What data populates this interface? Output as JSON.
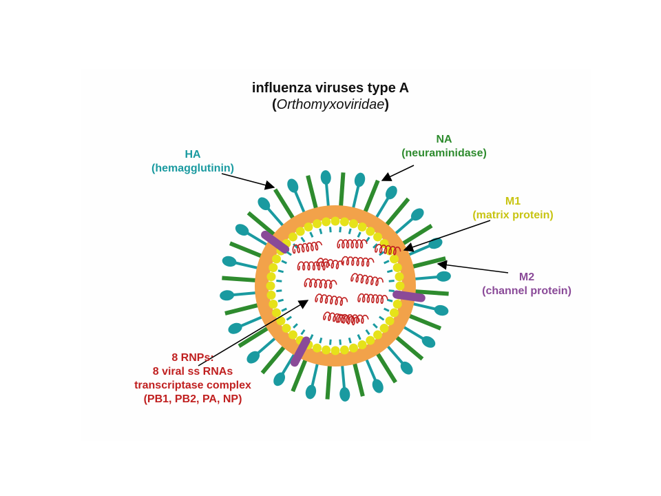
{
  "title": {
    "main": "influenza viruses type A",
    "paren_open": "(",
    "family": "Orthomyxoviridae",
    "paren_close": ")"
  },
  "labels": {
    "ha": {
      "abbr": "HA",
      "full": "(hemagglutinin)",
      "color": "#1a9aa0"
    },
    "na": {
      "abbr": "NA",
      "full": "(neuraminidase)",
      "color": "#2e8b2e"
    },
    "m1": {
      "abbr": "M1",
      "full": "(matrix protein)",
      "color": "#c8c412"
    },
    "m2": {
      "abbr": "M2",
      "full": "(channel protein)",
      "color": "#8a4a98"
    },
    "rnp": {
      "lines": [
        "8 RNPs:",
        "8 viral ss RNAs",
        "transcriptase complex",
        "(PB1, PB2, PA, NP)"
      ],
      "color": "#c02020"
    }
  },
  "colors": {
    "membrane": "#f2a24a",
    "matrix": "#e6e21a",
    "ha_spike": "#1a9aa0",
    "na_spike": "#2e8b2e",
    "m2_channel": "#8a4a98",
    "rna": "#c02020",
    "arrow": "#000000"
  }
}
